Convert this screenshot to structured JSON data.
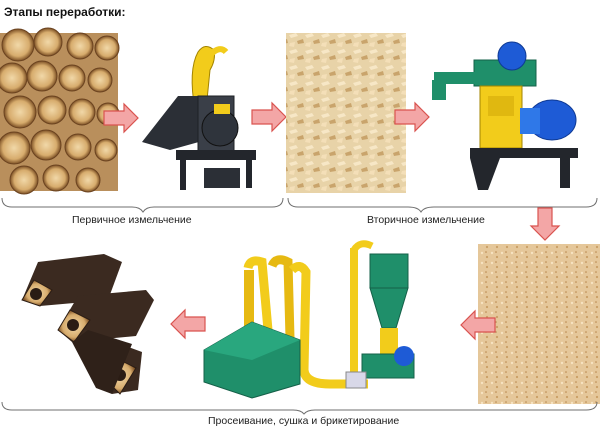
{
  "title": "Этапы переработки:",
  "captions": {
    "primary": "Первичное измельчение",
    "secondary": "Вторичное измельчение",
    "final": "Просеивание, сушка и брикетирование"
  },
  "colors": {
    "arrow_fill": "#f3a6a6",
    "arrow_stroke": "#d9534f",
    "machine_yellow": "#f2cc1b",
    "machine_dark": "#2b2f36",
    "machine_blue": "#1e5bd6",
    "machine_green": "#1f8f6a",
    "wood_light": "#e6cfa5",
    "wood_dark": "#8b5a2b"
  }
}
